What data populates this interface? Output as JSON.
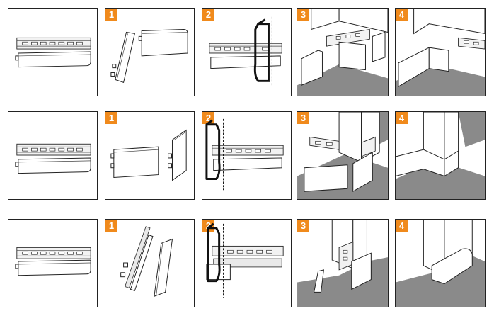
{
  "rows": [
    {
      "id": "row-1",
      "steps": [
        {
          "label": "",
          "variant": "overview"
        },
        {
          "label": "1",
          "variant": "panels"
        },
        {
          "label": "2",
          "variant": "saw"
        },
        {
          "label": "3",
          "variant": "inner-corner-open"
        },
        {
          "label": "4",
          "variant": "inner-corner-done"
        }
      ]
    },
    {
      "id": "row-2",
      "steps": [
        {
          "label": "",
          "variant": "overview"
        },
        {
          "label": "1",
          "variant": "panels"
        },
        {
          "label": "2",
          "variant": "saw"
        },
        {
          "label": "3",
          "variant": "outer-corner-open"
        },
        {
          "label": "4",
          "variant": "outer-corner-done"
        }
      ]
    },
    {
      "id": "row-3",
      "steps": [
        {
          "label": "",
          "variant": "overview"
        },
        {
          "label": "1",
          "variant": "panels"
        },
        {
          "label": "2",
          "variant": "saw"
        },
        {
          "label": "3",
          "variant": "end-cap-open"
        },
        {
          "label": "4",
          "variant": "end-cap-done"
        }
      ]
    }
  ],
  "badge_color": "#f08a1c",
  "floor_color": "#8a8a8a"
}
